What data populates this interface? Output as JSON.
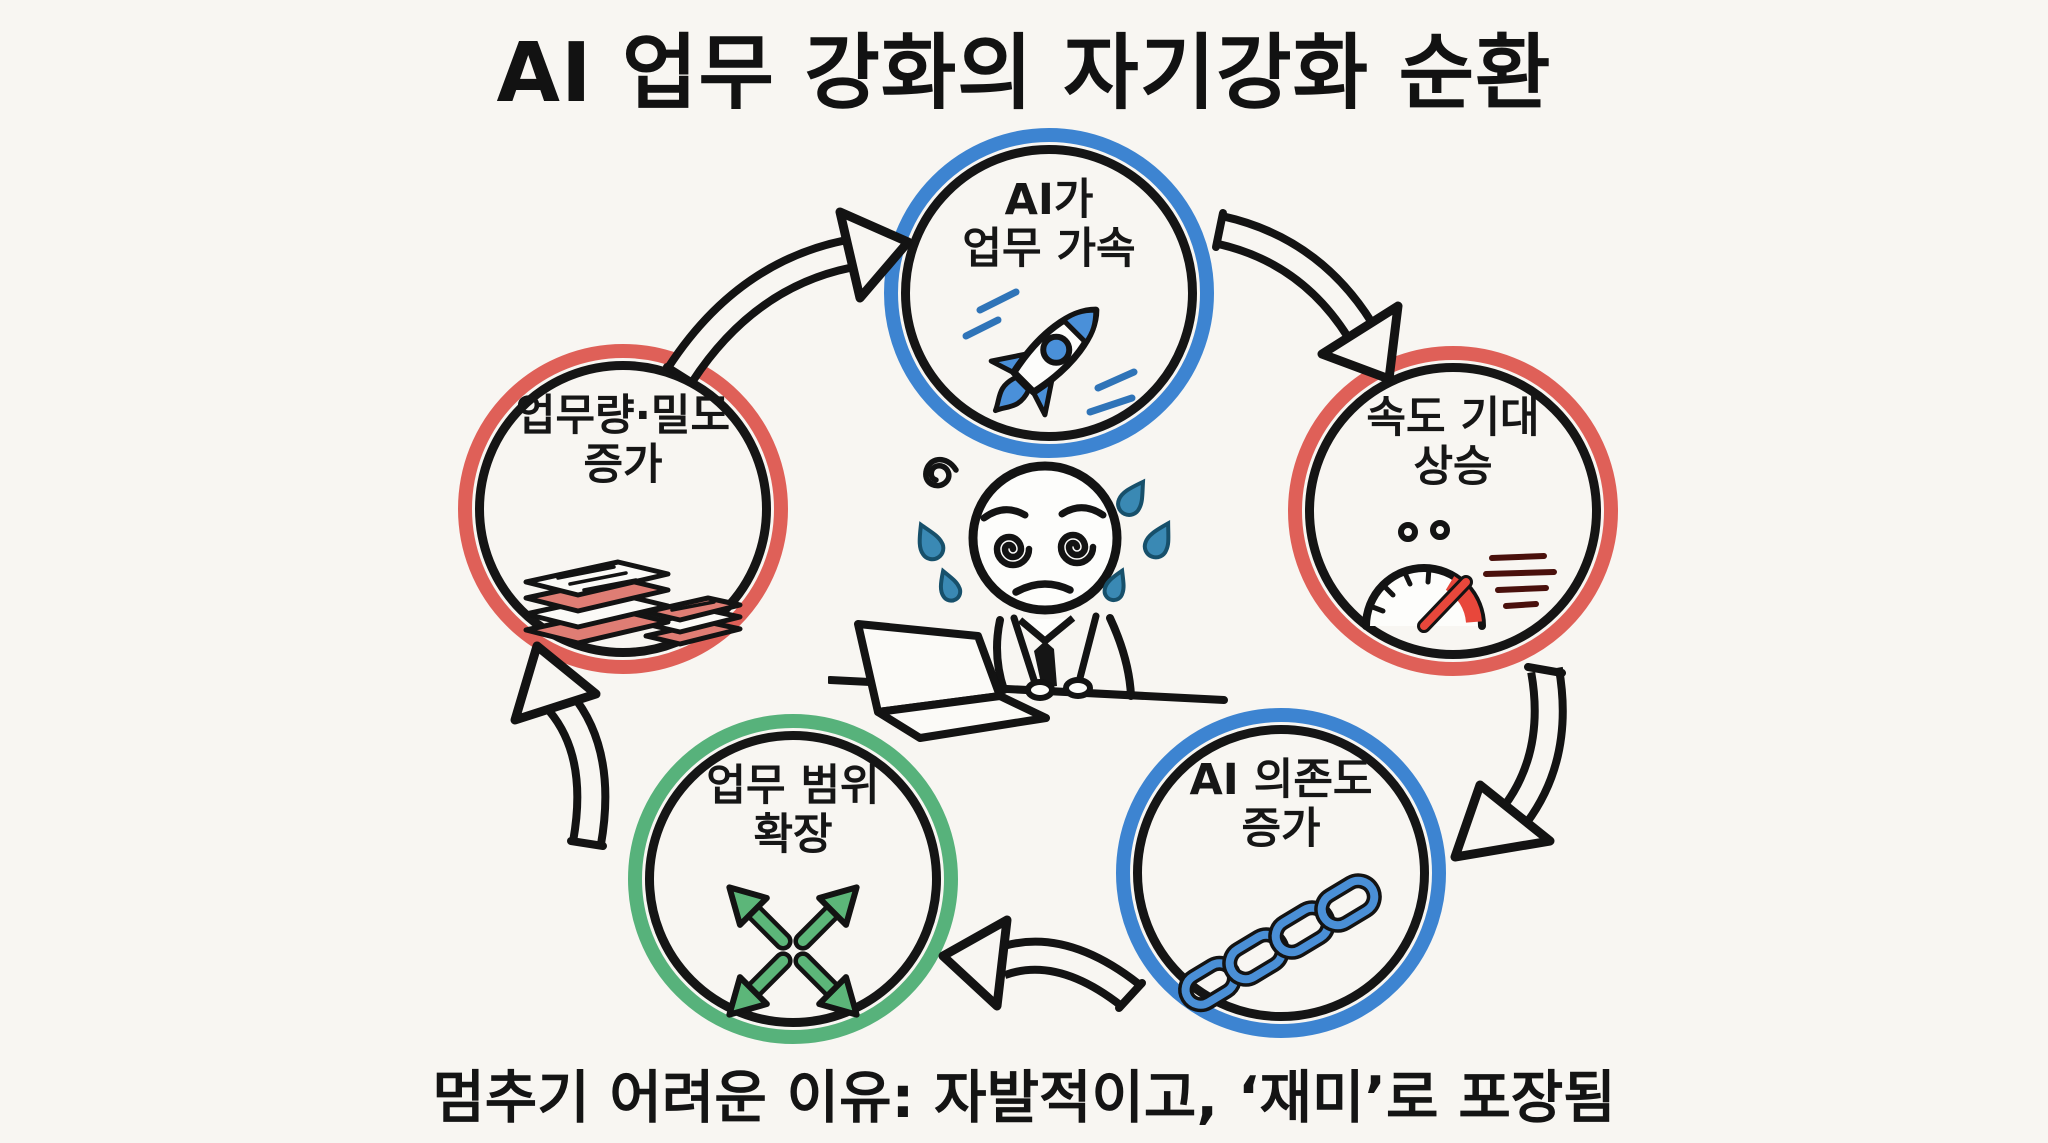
{
  "title": "AI 업무 강화의 자기강화 순환",
  "caption": "멈추기 어려운 이유: 자발적이고, ‘재미’로 포장됨",
  "nodes": [
    {
      "id": "ai-accelerates-work",
      "line1": "AI가",
      "line2": "업무 가속",
      "ring_color": "#3d84d1",
      "icon": "rocket-icon"
    },
    {
      "id": "speed-expectation-rises",
      "line1": "속도 기대",
      "line2": "상승",
      "ring_color": "#df6058",
      "icon": "speedometer-icon"
    },
    {
      "id": "ai-dependency-increases",
      "line1": "AI 의존도",
      "line2": "증가",
      "ring_color": "#3d84d1",
      "icon": "chain-icon"
    },
    {
      "id": "work-scope-expands",
      "line1": "업무 범위",
      "line2": "확장",
      "ring_color": "#57b27b",
      "icon": "expand-arrows-icon"
    },
    {
      "id": "workload-density-increases",
      "line1": "업무량·밀도",
      "line2": "증가",
      "ring_color": "#df6058",
      "icon": "paper-stack-icon"
    }
  ],
  "center_illustration": "stressed worker sweating at laptop",
  "colors": {
    "background": "#f8f6f2",
    "ink": "#161616",
    "blue": "#3d84d1",
    "red": "#df6058",
    "green": "#57b27b",
    "accent_red": "#e8473b",
    "sweat_blue": "#3a89b4",
    "paper_red": "#df7d74"
  }
}
